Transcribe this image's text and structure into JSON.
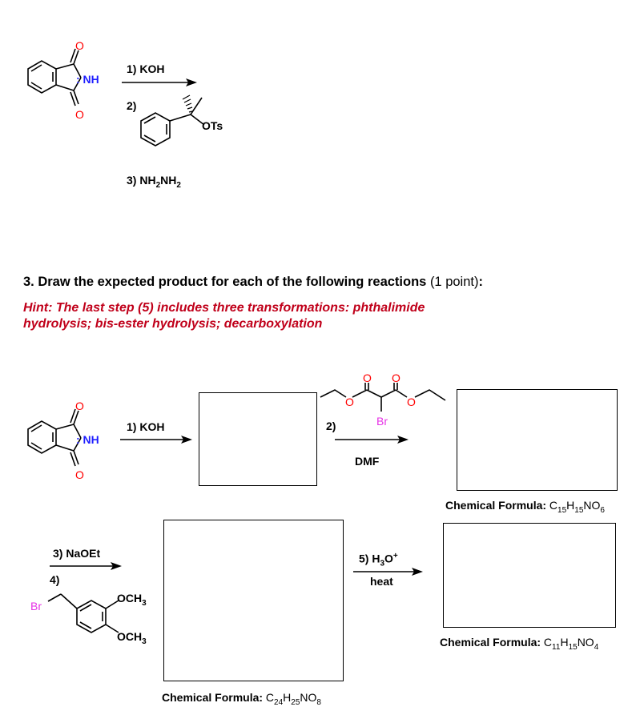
{
  "reaction1": {
    "phthalimide_labels": {
      "nh": ": NH",
      "o_top": "O",
      "o_bottom": "O"
    },
    "step1": "1) KOH",
    "step2": "2)",
    "reagent2_label": "OTs",
    "step3": "3) NH",
    "step3_sub1": "2",
    "step3_mid": "NH",
    "step3_sub2": "2"
  },
  "question3": {
    "title_bold": "3. Draw the expected product for each of the following reactions",
    "title_points": "(1 point)",
    "title_colon": ":",
    "hint_line1": "Hint: The last step (5) includes three transformations: phthalimide",
    "hint_line2": "hydrolysis; bis-ester hydrolysis; decarboxylation"
  },
  "reaction2": {
    "phthalimide_labels": {
      "nh": ": NH",
      "o_top": "O",
      "o_bottom": "O"
    },
    "step1": "1) KOH",
    "step2": "2)",
    "malonate_labels": {
      "o1": "O",
      "o2": "O",
      "o3": "O",
      "o4": "O",
      "br": "Br"
    },
    "step2_solvent": "DMF",
    "formula1_label": "Chemical Formula:",
    "formula1": {
      "c": "C",
      "c_n": "15",
      "h": "H",
      "h_n": "15",
      "rest": "NO",
      "o_n": "6"
    },
    "step3": "3) NaOEt",
    "step4": "4)",
    "benzyl_labels": {
      "br": "Br",
      "och3_1": "OCH",
      "och3_1_sub": "3",
      "och3_2": "OCH",
      "och3_2_sub": "3"
    },
    "formula2_label": "Chemical Formula:",
    "formula2": {
      "c": "C",
      "c_n": "24",
      "h": "H",
      "h_n": "25",
      "rest": "NO",
      "o_n": "8"
    },
    "step5": "5) H",
    "step5_sub": "3",
    "step5_o": "O",
    "step5_sup": "+",
    "step5_heat": "heat",
    "formula3_label": "Chemical Formula:",
    "formula3": {
      "c": "C",
      "c_n": "11",
      "h": "H",
      "h_n": "15",
      "rest": "NO",
      "o_n": "4"
    }
  }
}
